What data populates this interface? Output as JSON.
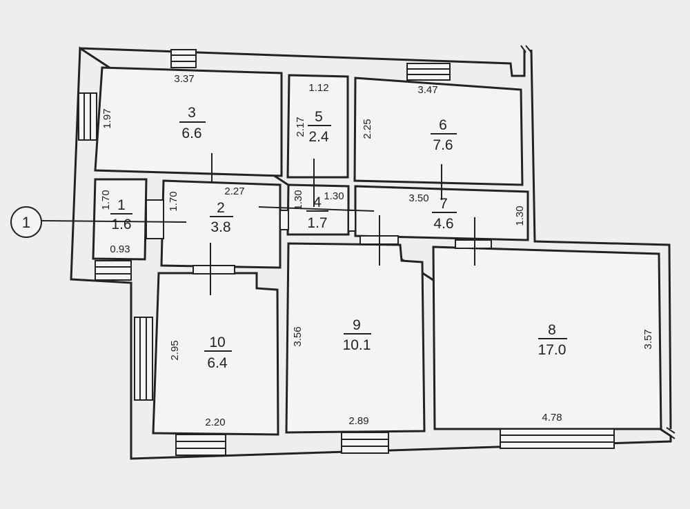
{
  "axis_marker": "1",
  "rooms": [
    {
      "id": "r1",
      "number": "1",
      "area": "1.6"
    },
    {
      "id": "r2",
      "number": "2",
      "area": "3.8"
    },
    {
      "id": "r3",
      "number": "3",
      "area": "6.6"
    },
    {
      "id": "r4",
      "number": "4",
      "area": "1.7"
    },
    {
      "id": "r5",
      "number": "5",
      "area": "2.4"
    },
    {
      "id": "r6",
      "number": "6",
      "area": "7.6"
    },
    {
      "id": "r7",
      "number": "7",
      "area": "4.6"
    },
    {
      "id": "r8",
      "number": "8",
      "area": "17.0"
    },
    {
      "id": "r9",
      "number": "9",
      "area": "10.1"
    },
    {
      "id": "r10",
      "number": "10",
      "area": "6.4"
    }
  ],
  "dimensions": {
    "r3_width": "3.37",
    "r3_height": "1.97",
    "r5_width": "1.12",
    "r5_height": "2.17",
    "r6_width": "3.47",
    "r6_height": "2.25",
    "r1_height": "1.70",
    "r1_width": "0.93",
    "r2_height": "1.70",
    "r2_width": "2.27",
    "r4_height": "1.30",
    "r4_width": "1.30",
    "r7_width": "3.50",
    "r7_height": "1.30",
    "r10_height": "2.95",
    "r10_width": "2.20",
    "r9_height": "3.56",
    "r9_width": "2.89",
    "r8_height": "3.57",
    "r8_width": "4.78"
  }
}
